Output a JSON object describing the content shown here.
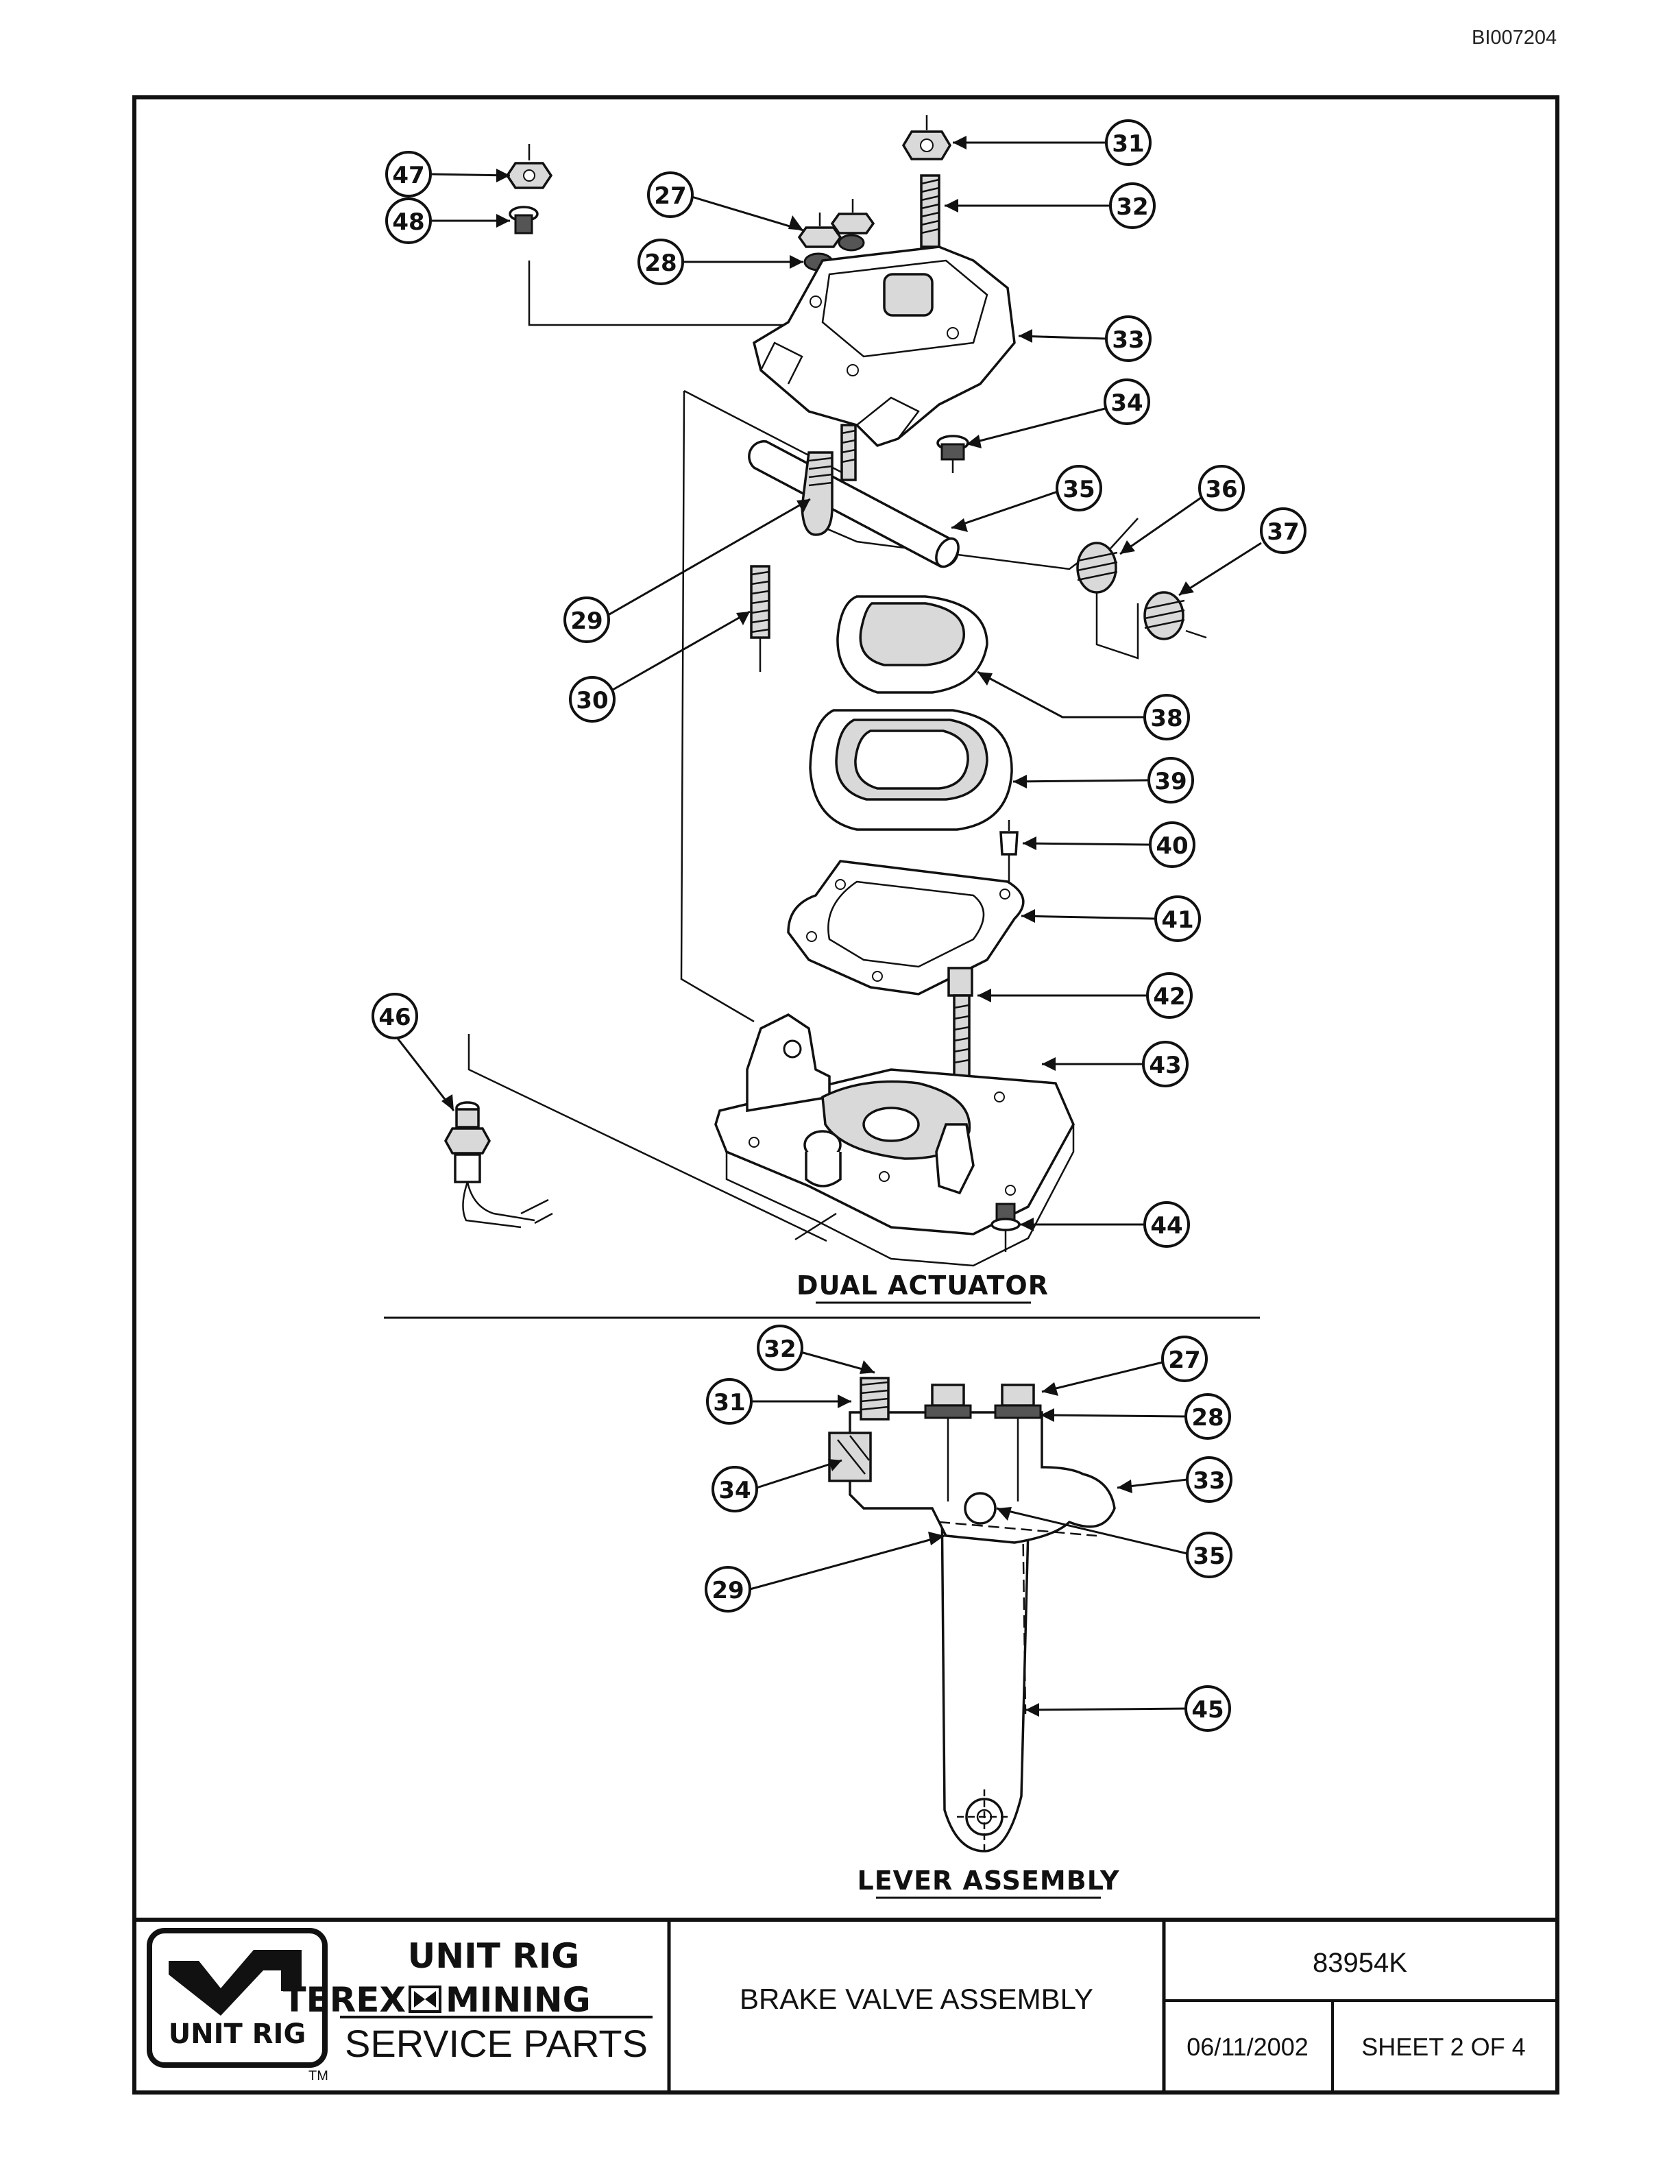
{
  "document_id": "BI007204",
  "views": [
    {
      "title": "DUAL ACTUATOR"
    },
    {
      "title": "LEVER ASSEMBLY"
    }
  ],
  "dual_actuator_callouts": [
    "47",
    "48",
    "27",
    "28",
    "31",
    "32",
    "33",
    "34",
    "35",
    "36",
    "37",
    "29",
    "30",
    "38",
    "39",
    "40",
    "41",
    "42",
    "43",
    "46",
    "44"
  ],
  "lever_assembly_callouts": [
    "32",
    "27",
    "31",
    "28",
    "34",
    "33",
    "35",
    "29",
    "45"
  ],
  "title_block": {
    "logo_text": "UNIT RIG",
    "brand_line1": "UNIT RIG",
    "brand_line2a": "TEREX",
    "brand_line2b": "MINING",
    "brand_line3": "SERVICE PARTS",
    "trademark": "TM",
    "drawing_title": "BRAKE VALVE ASSEMBLY",
    "part_number": "83954K",
    "date": "06/11/2002",
    "sheet": "SHEET 2 OF 4"
  }
}
